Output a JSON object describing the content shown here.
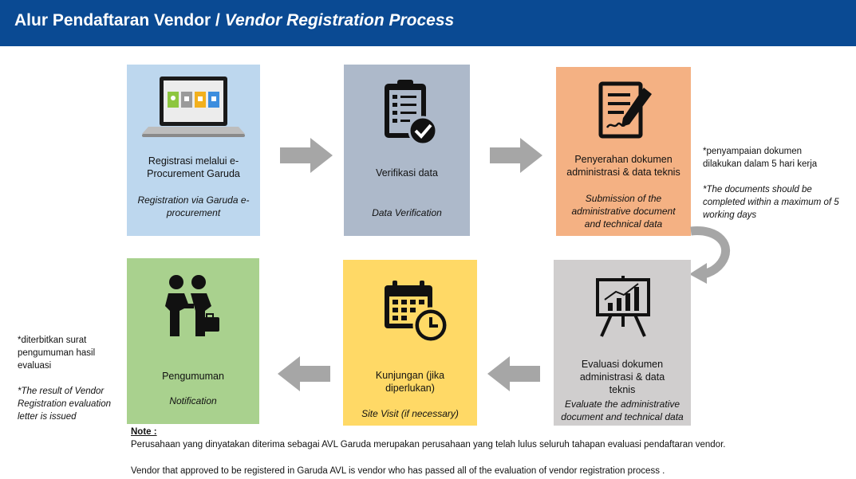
{
  "header": {
    "title_id": "Alur Pendaftaran Vendor / ",
    "title_en": "Vendor Registration Process"
  },
  "steps": {
    "registrasi": {
      "label": "Registrasi melalui e-Procurement Garuda",
      "label_en": "Registration via Garuda e-procurement",
      "color": "#bdd7ee",
      "icon": "laptop-icon"
    },
    "verifikasi": {
      "label": "Verifikasi data",
      "label_en": "Data Verification",
      "color": "#adb9ca",
      "icon": "checklist-icon"
    },
    "penyerahan": {
      "label": "Penyerahan dokumen administrasi & data teknis",
      "label_en": "Submission of the administrative document and technical data",
      "color": "#f4b183",
      "icon": "document-sign-icon"
    },
    "evaluasi": {
      "label": "Evaluasi dokumen administrasi & data teknis",
      "label_en": "Evaluate the administrative document and technical data",
      "color": "#d0cece",
      "icon": "presentation-chart-icon"
    },
    "kunjungan": {
      "label": "Kunjungan (jika diperlukan)",
      "label_en": "Site Visit (if necessary)",
      "color": "#ffd966",
      "icon": "calendar-clock-icon"
    },
    "pengumuman": {
      "label": "Pengumuman",
      "label_en": "Notification",
      "color": "#a9d18e",
      "icon": "handshake-icon"
    }
  },
  "side_notes": {
    "right_id": "*penyampaian dokumen dilakukan dalam 5 hari kerja",
    "right_en": "*The documents should be completed within a maximum of 5 working days",
    "left_id": "*diterbitkan surat pengumuman hasil evaluasi",
    "left_en": "*The result of Vendor Registration evaluation letter is issued"
  },
  "note": {
    "title": "Note :",
    "line_id": "Perusahaan yang dinyatakan diterima sebagai AVL Garuda merupakan perusahaan yang telah lulus seluruh tahapan evaluasi pendaftaran vendor.",
    "line_en": "Vendor that approved to be registered in Garuda AVL is vendor who has passed  all of the evaluation of vendor registration process ."
  },
  "colors": {
    "header": "#0a4a93",
    "arrow": "#a6a6a6"
  }
}
